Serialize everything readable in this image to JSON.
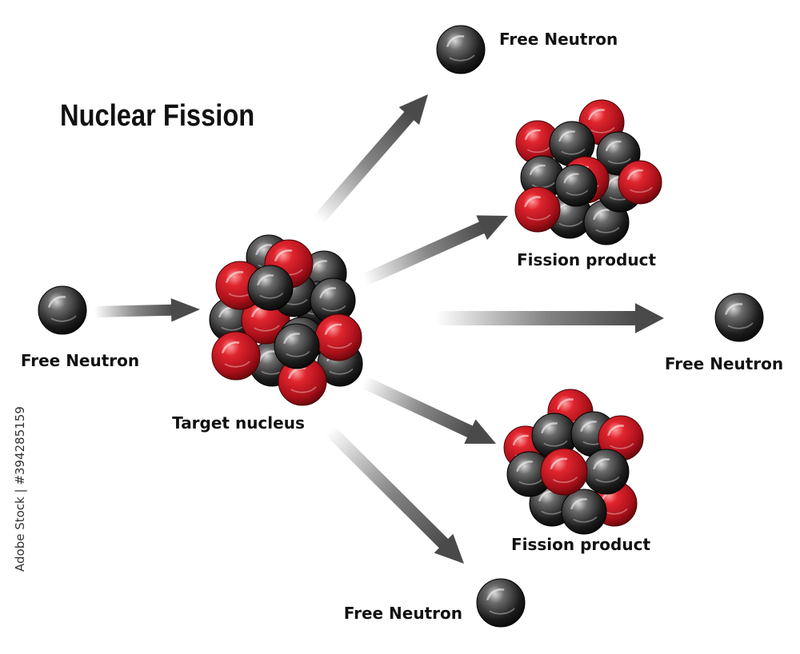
{
  "title": "Nuclear Fission",
  "labels": {
    "incoming_neutron": "Free Neutron",
    "target_nucleus": "Target nucleus",
    "top_neutron": "Free Neutron",
    "upper_product": "Fission product",
    "right_neutron": "Free Neutron",
    "lower_product": "Fission product",
    "bottom_neutron": "Free Neutron"
  },
  "watermark": "Adobe Stock | #394285159",
  "particles": {
    "neutron_color": "#1c1c1c",
    "proton_color": "#c0141c",
    "arrow_color": "#555555"
  }
}
